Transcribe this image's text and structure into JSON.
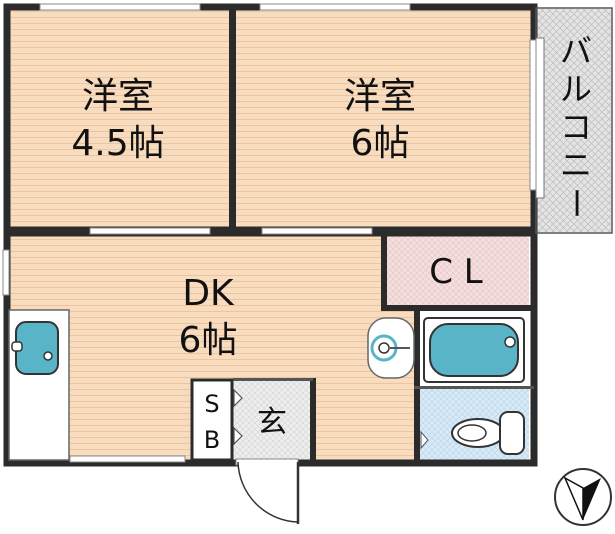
{
  "rooms": {
    "western_room_1": {
      "name": "洋室",
      "size": "4.5帖"
    },
    "western_room_2": {
      "name": "洋室",
      "size": "6帖"
    },
    "dining_kitchen": {
      "name": "DK",
      "size": "6帖"
    },
    "closet": {
      "name": "C L"
    },
    "balcony": {
      "chars": [
        "バ",
        "ル",
        "コ",
        "ニ",
        "ー"
      ]
    },
    "shoe_box": {
      "chars": [
        "S",
        "B"
      ]
    },
    "entrance": {
      "name": "玄"
    }
  },
  "colors": {
    "wall": "#2b2b2b",
    "floor_wood": "#f8dcc0",
    "floor_wood_line": "#eec49c",
    "closet_fill": "#f4dede",
    "fixture_blue": "#5ab4c8",
    "bath_floor": "#d8eaf6",
    "balcony_fill": "#e2e2e2",
    "entrance_fill": "#eeeeee"
  },
  "icons": {
    "compass": "north-arrow-icon",
    "sink": "sink-icon",
    "bathtub": "bathtub-icon",
    "toilet": "toilet-icon",
    "basin": "wash-basin-icon",
    "door": "door-swing-icon"
  }
}
